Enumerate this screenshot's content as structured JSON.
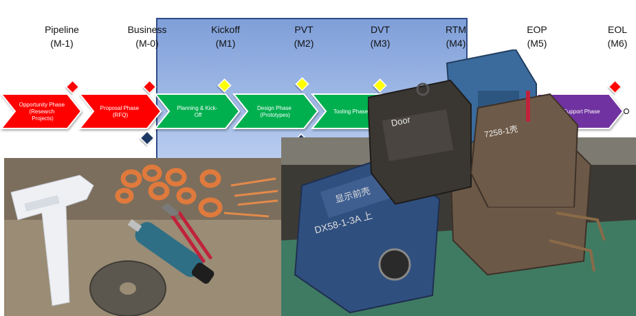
{
  "milestones": [
    {
      "name": "Pipeline",
      "code": "(M-1)"
    },
    {
      "name": "Business",
      "code": "(M-0)"
    },
    {
      "name": "Kickoff",
      "code": "(M1)"
    },
    {
      "name": "PVT",
      "code": "(M2)"
    },
    {
      "name": "DVT",
      "code": "(M3)"
    },
    {
      "name": "RTM",
      "code": "(M4)"
    },
    {
      "name": "EOP",
      "code": "(M5)"
    },
    {
      "name": "EOL",
      "code": "(M6)"
    }
  ],
  "phases": {
    "opportunity": [
      "Opportunity Phase",
      "(Research",
      "Projects)"
    ],
    "proposal": [
      "Proposal Phase",
      "(RFQ)"
    ],
    "planning": [
      "Planning & Kick-",
      "Off"
    ],
    "design": [
      "Design Phase",
      "(Prototypes)"
    ],
    "tooling": [
      "Tooling Phase"
    ],
    "support": [
      "Support Phase"
    ]
  },
  "photos": {
    "left_labels": [],
    "mold_labels": [
      "Door",
      "7258-1壳",
      "显示前壳",
      "DX58-1-3A 上"
    ]
  },
  "colors": {
    "red": "#ff0000",
    "green": "#00b050",
    "purple": "#7030a0",
    "yellow": "#ffff00",
    "navy": "#1f3864",
    "highlight_border": "#2f4a86"
  }
}
